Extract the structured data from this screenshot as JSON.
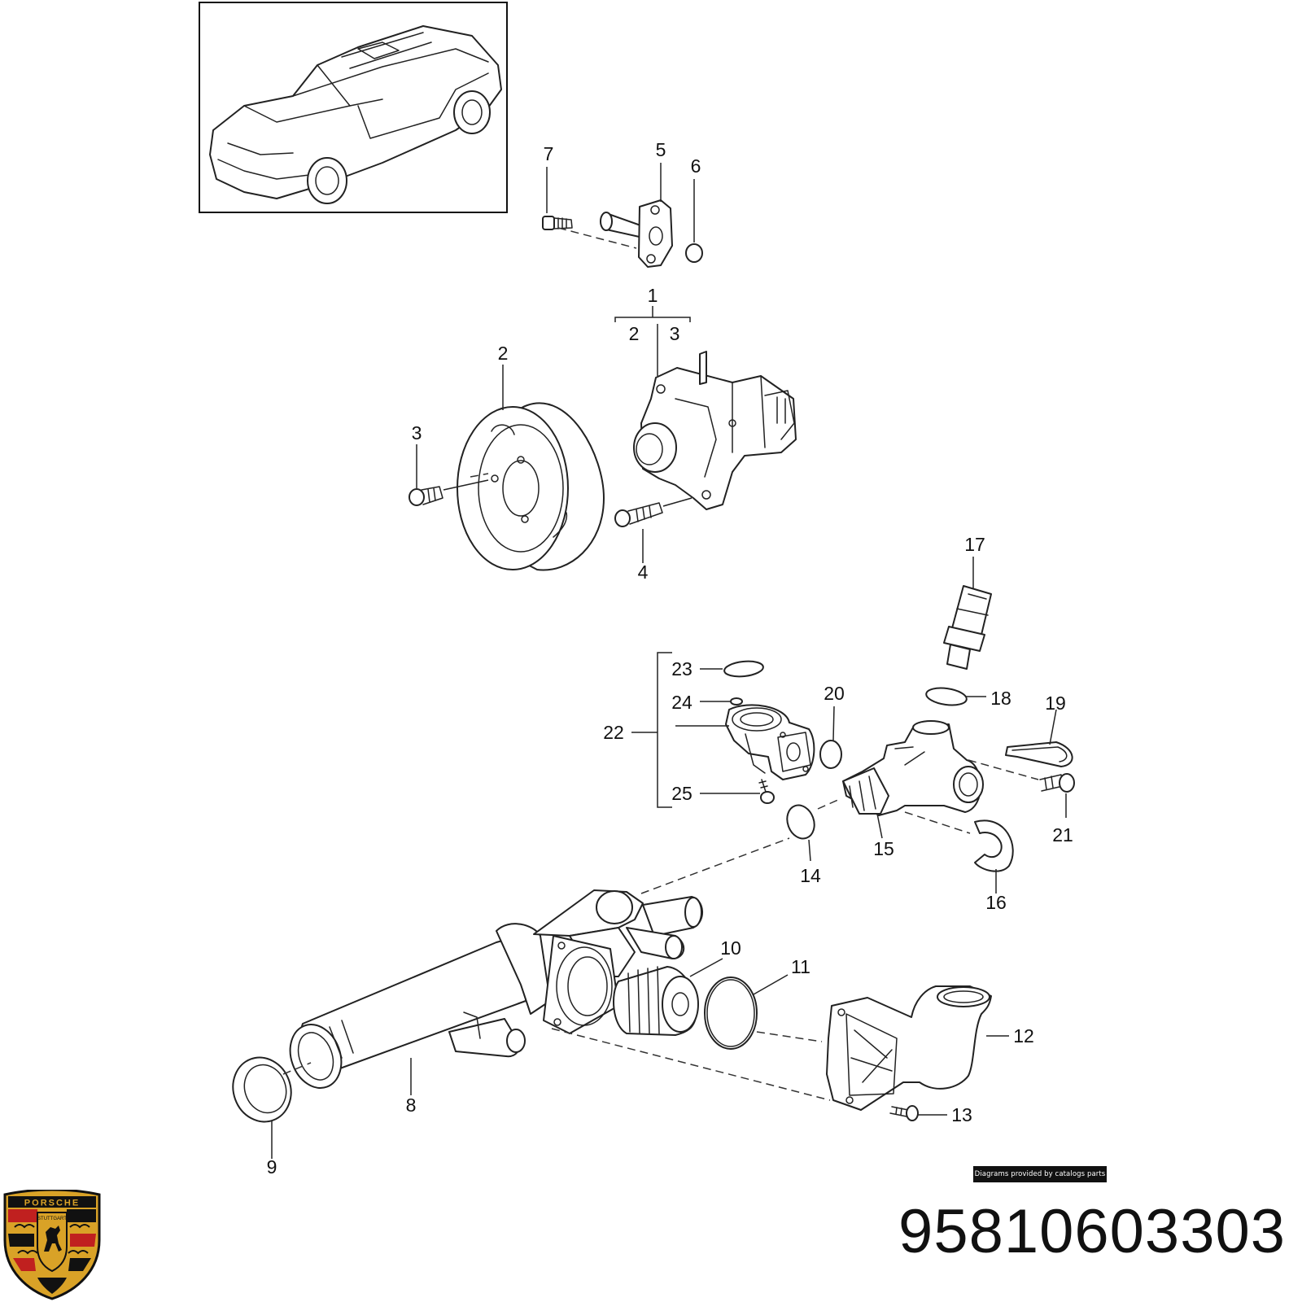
{
  "callouts": {
    "c1": "1",
    "c2": "2",
    "c3": "3",
    "c4": "4",
    "c5": "5",
    "c6": "6",
    "c7": "7",
    "c8": "8",
    "c9": "9",
    "c10": "10",
    "c11": "11",
    "c12": "12",
    "c13": "13",
    "c14": "14",
    "c15": "15",
    "c16": "16",
    "c17": "17",
    "c18": "18",
    "c19": "19",
    "c20": "20",
    "c21": "21",
    "c22": "22",
    "c23": "23",
    "c24": "24",
    "c25": "25"
  },
  "group_1_members": {
    "a": "2",
    "b": "3"
  },
  "credit_text": "Diagrams provided by catalogs parts",
  "part_number": "95810603303",
  "logo": {
    "brand_text": "PORSCHE",
    "city_text": "STUTTGART",
    "colors": {
      "gold": "#d9a227",
      "red": "#c0201f",
      "black": "#111111"
    },
    "icon": "porsche-crest-icon"
  }
}
